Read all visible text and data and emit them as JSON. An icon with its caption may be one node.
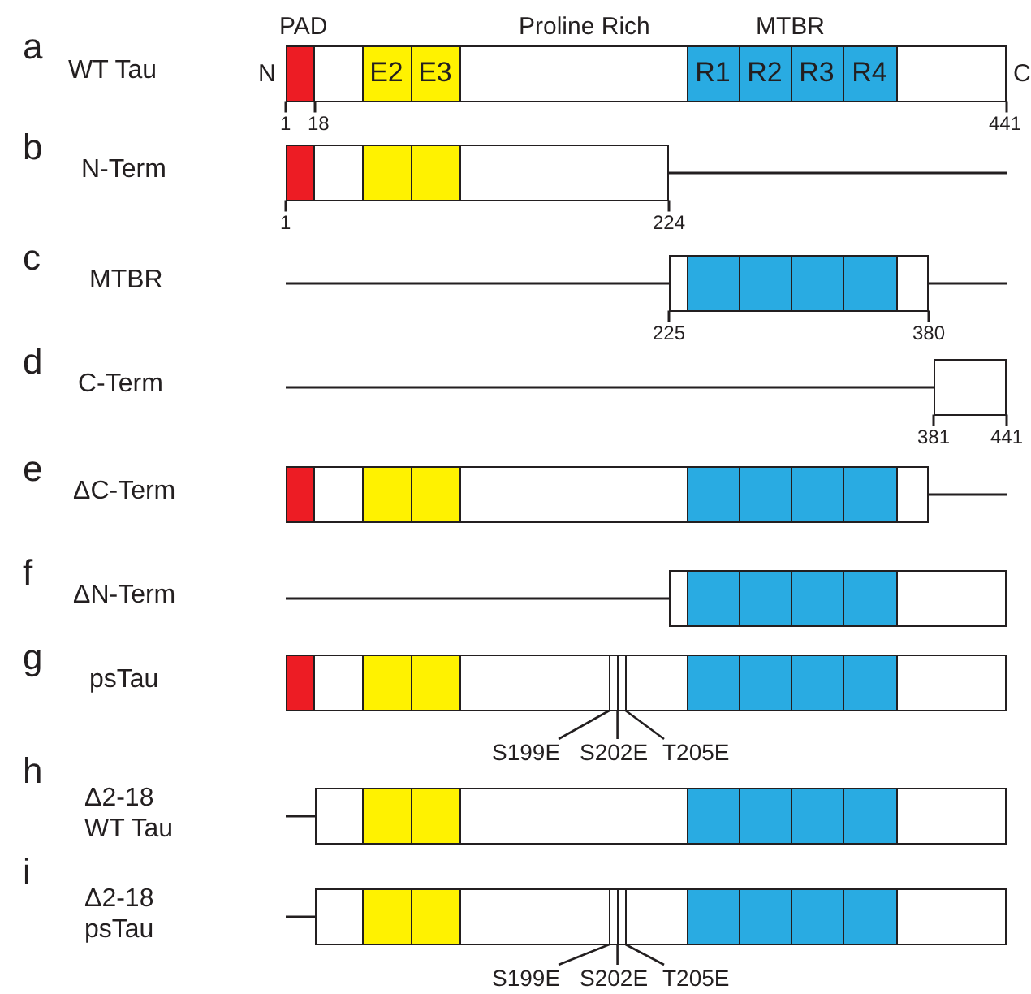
{
  "diagram": {
    "nodes": [
      {
        "text": [],
        "shape": "box",
        "beside": [
          "a",
          "WT Tau"
        ]
      },
      {
        "text": [],
        "shape": "box",
        "in": 0
      },
      {
        "text": [
          "E2"
        ],
        "in": 0
      },
      {
        "text": [
          "E3"
        ],
        "in": 0
      },
      {
        "text": [
          "R1"
        ],
        "in": 0
      },
      {
        "text": [
          "R2"
        ],
        "in": 0
      },
      {
        "text": [
          "R3"
        ],
        "in": 0
      },
      {
        "text": [
          "R4"
        ],
        "in": 0
      },
      {
        "text": [],
        "shape": "box",
        "beside": [
          "b",
          "N-Term"
        ]
      },
      {
        "text": [],
        "shape": "box",
        "in": 8
      },
      {
        "text": [],
        "shape": "box",
        "in": 8
      },
      {
        "text": [],
        "shape": "box",
        "in": 8
      },
      {
        "text": [],
        "shape": "box",
        "beside": [
          "c",
          "MTBR"
        ]
      },
      {
        "text": [],
        "shape": "box",
        "in": 12
      },
      {
        "text": [],
        "shape": "box",
        "in": 12
      },
      {
        "text": [],
        "shape": "box",
        "in": 12
      },
      {
        "text": [],
        "shape": "box",
        "in": 12
      },
      {
        "text": [],
        "shape": "box",
        "beside": [
          "d",
          "C-Term"
        ]
      },
      {
        "text": [],
        "shape": "box",
        "beside": [
          "e",
          "ΔC-Term"
        ]
      },
      {
        "text": [],
        "shape": "box",
        "in": 18
      },
      {
        "text": [],
        "shape": "box",
        "in": 18
      },
      {
        "text": [],
        "shape": "box",
        "in": 18
      },
      {
        "text": [],
        "shape": "box",
        "in": 18
      },
      {
        "text": [],
        "shape": "box",
        "in": 18
      },
      {
        "text": [],
        "shape": "box",
        "in": 18
      },
      {
        "text": [],
        "shape": "box",
        "in": 18
      },
      {
        "text": [],
        "shape": "box",
        "beside": [
          "f",
          "ΔN-Term"
        ]
      },
      {
        "text": [],
        "shape": "box",
        "in": 26
      },
      {
        "text": [],
        "shape": "box",
        "in": 26
      },
      {
        "text": [],
        "shape": "box",
        "in": 26
      },
      {
        "text": [],
        "shape": "box",
        "in": 26
      },
      {
        "text": [],
        "shape": "box",
        "beside": [
          "g",
          "psTau"
        ]
      },
      {
        "text": [],
        "shape": "box",
        "in": 31
      },
      {
        "text": [],
        "shape": "box",
        "in": 31
      },
      {
        "text": [],
        "shape": "box",
        "in": 31
      },
      {
        "text": [],
        "shape": "bar",
        "in": 31
      },
      {
        "text": [],
        "shape": "bar",
        "in": 31
      },
      {
        "text": [],
        "shape": "bar",
        "in": 31
      },
      {
        "text": [],
        "shape": "box",
        "in": 31
      },
      {
        "text": [],
        "shape": "box",
        "in": 31
      },
      {
        "text": [],
        "shape": "box",
        "in": 31
      },
      {
        "text": [],
        "shape": "box",
        "in": 31
      },
      {
        "text": [
          "S199E"
        ]
      },
      {
        "text": [
          "S202E"
        ]
      },
      {
        "text": [
          "T205E"
        ]
      },
      {
        "text": [],
        "shape": "box",
        "beside": [
          "h",
          "Δ2-18 WT Tau"
        ]
      },
      {
        "text": [],
        "shape": "box",
        "in": 45
      },
      {
        "text": [],
        "shape": "box",
        "in": 45
      },
      {
        "text": [],
        "shape": "box",
        "in": 45
      },
      {
        "text": [],
        "shape": "box",
        "in": 45
      },
      {
        "text": [],
        "shape": "box",
        "in": 45
      },
      {
        "text": [],
        "shape": "box",
        "in": 45
      },
      {
        "text": [],
        "shape": "box",
        "beside": [
          "i",
          "Δ2-18 psTau"
        ]
      },
      {
        "text": [],
        "shape": "box",
        "in": 52
      },
      {
        "text": [],
        "shape": "box",
        "in": 52
      },
      {
        "text": [],
        "shape": "bar",
        "in": 52
      },
      {
        "text": [],
        "shape": "bar",
        "in": 52
      },
      {
        "text": [],
        "shape": "bar",
        "in": 52
      },
      {
        "text": [],
        "shape": "box",
        "in": 52
      },
      {
        "text": [],
        "shape": "box",
        "in": 52
      },
      {
        "text": [],
        "shape": "box",
        "in": 52
      },
      {
        "text": [],
        "shape": "box",
        "in": 52
      },
      {
        "text": [
          "S199E"
        ]
      },
      {
        "text": [
          "S202E"
        ]
      },
      {
        "text": [
          "T205E"
        ]
      }
    ],
    "edges": [
      {
        "from": 42,
        "to": 35,
        "arrow": "none"
      },
      {
        "from": 43,
        "to": 36,
        "arrow": "none"
      },
      {
        "from": 44,
        "to": 37,
        "arrow": "none"
      },
      {
        "from": 62,
        "to": 55,
        "arrow": "none"
      },
      {
        "from": 63,
        "to": 56,
        "arrow": "none"
      },
      {
        "from": 64,
        "to": 57,
        "arrow": "none"
      }
    ],
    "labels": [
      "PAD",
      "Proline Rich",
      "MTBR",
      "N",
      "C",
      "1",
      "18",
      "441",
      "1",
      "224",
      "225",
      "380",
      "381",
      "441"
    ]
  }
}
